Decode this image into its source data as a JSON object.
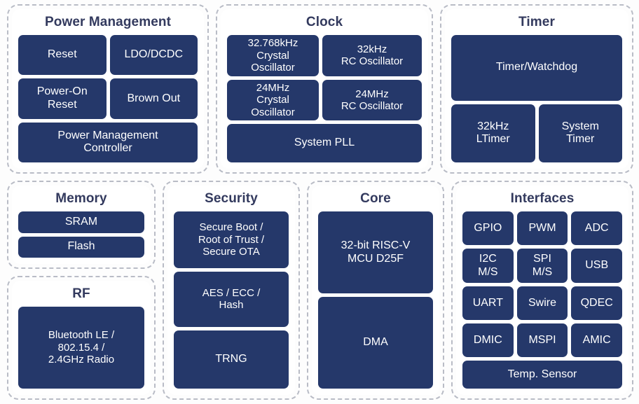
{
  "colors": {
    "block_fill": "#25386a",
    "block_text": "#ffffff",
    "group_border": "#b9bcc6",
    "group_fill": "#ffffff",
    "title_text": "#333a5e",
    "page_background": "#fdfdfd"
  },
  "diagram": {
    "type": "block-diagram",
    "groups": [
      {
        "id": "power-management",
        "title": "Power Management",
        "blocks": [
          "Reset",
          "LDO/DCDC",
          "Power-On\nReset",
          "Brown Out",
          "Power Management\nController"
        ]
      },
      {
        "id": "clock",
        "title": "Clock",
        "blocks": [
          "32.768kHz\nCrystal\nOscillator",
          "32kHz\nRC Oscillator",
          "24MHz\nCrystal\nOscillator",
          "24MHz\nRC Oscillator",
          "System PLL"
        ]
      },
      {
        "id": "timer",
        "title": "Timer",
        "blocks": [
          "Timer/Watchdog",
          "32kHz\nLTimer",
          "System\nTimer"
        ]
      },
      {
        "id": "memory",
        "title": "Memory",
        "blocks": [
          "SRAM",
          "Flash"
        ]
      },
      {
        "id": "rf",
        "title": "RF",
        "blocks": [
          "Bluetooth LE /\n802.15.4 /\n2.4GHz Radio"
        ]
      },
      {
        "id": "security",
        "title": "Security",
        "blocks": [
          "Secure Boot /\nRoot of Trust /\nSecure OTA",
          "AES / ECC /\nHash",
          "TRNG"
        ]
      },
      {
        "id": "core",
        "title": "Core",
        "blocks": [
          "32-bit RISC-V\nMCU D25F",
          "DMA"
        ]
      },
      {
        "id": "interfaces",
        "title": "Interfaces",
        "blocks": [
          "GPIO",
          "PWM",
          "ADC",
          "I2C\nM/S",
          "SPI\nM/S",
          "USB",
          "UART",
          "Swire",
          "QDEC",
          "DMIC",
          "MSPI",
          "AMIC",
          "Temp. Sensor"
        ]
      }
    ]
  }
}
